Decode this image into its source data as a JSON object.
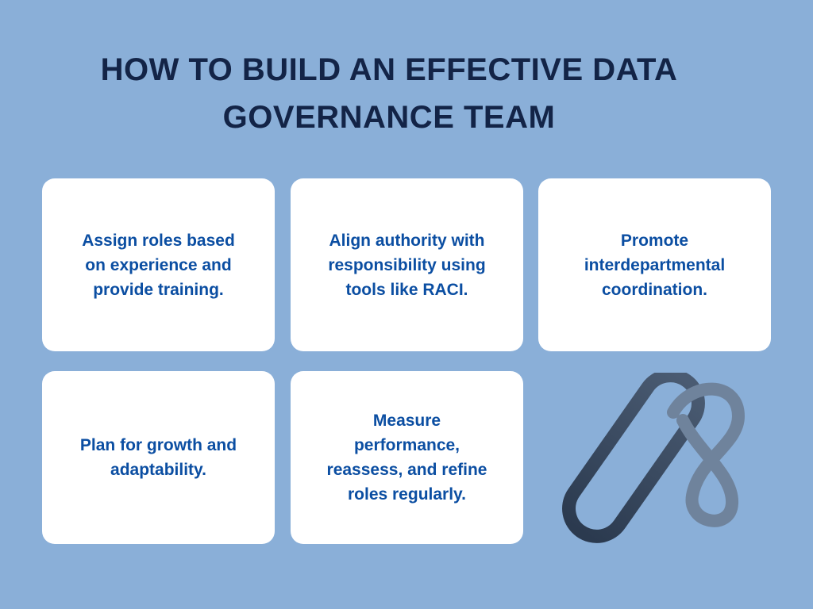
{
  "title": {
    "line1": "HOW TO BUILD AN EFFECTIVE DATA",
    "line2": "GOVERNANCE TEAM"
  },
  "cards": [
    {
      "text": "Assign roles based on experience and provide training."
    },
    {
      "text": "Align authority with responsibility using tools like RACI."
    },
    {
      "text": "Promote interdepartmental coordination."
    },
    {
      "text": "Plan for growth and adaptability."
    },
    {
      "text": "Measure performance, reassess, and refine roles regularly."
    }
  ],
  "colors": {
    "background": "#8aafd8",
    "title": "#132447",
    "card_text": "#0b4ea2",
    "card_bg": "#ffffff"
  },
  "logo": {
    "icon": "infinity-loop-logo-icon"
  }
}
